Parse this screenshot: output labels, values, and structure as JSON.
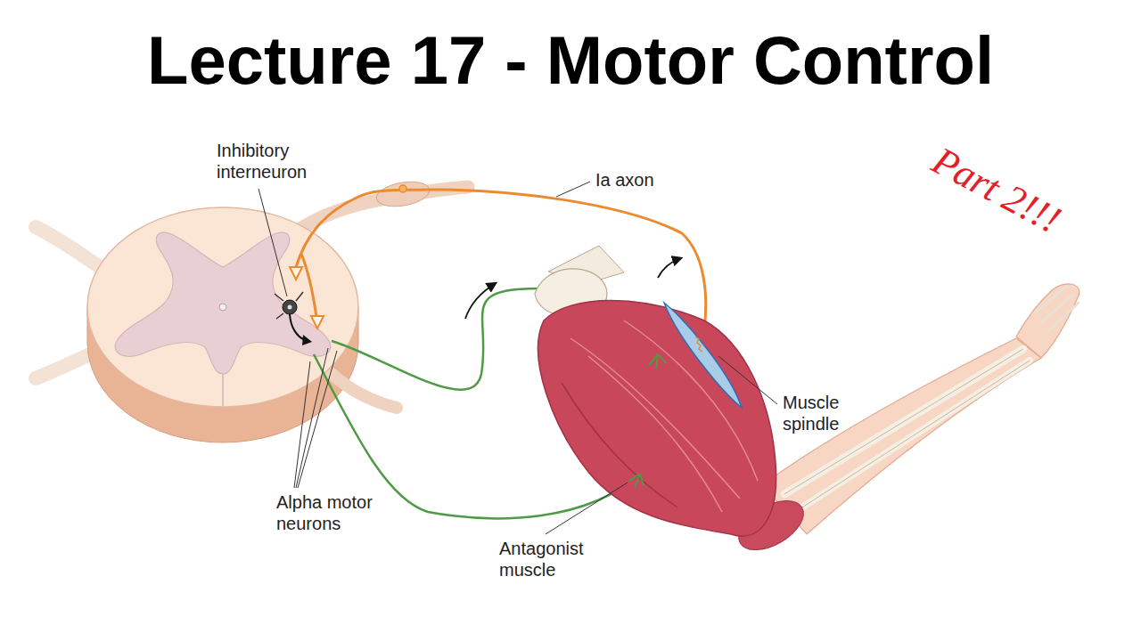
{
  "diagram": {
    "title": "Lecture 17 - Motor Control",
    "labels": [
      "Inhibitory interneuron",
      "Ia axon",
      "Muscle spindle",
      "Alpha motor neurons",
      "Antagonist muscle",
      "Part 2!!!"
    ]
  }
}
